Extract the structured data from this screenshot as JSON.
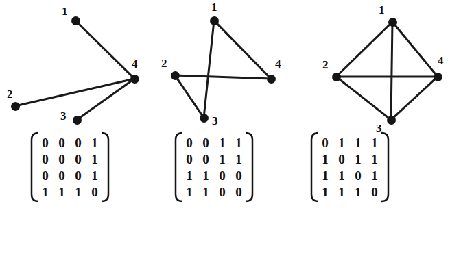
{
  "diagram": {
    "nodes": [
      {
        "text": [
          "1"
        ]
      },
      {
        "text": [
          "2"
        ]
      },
      {
        "text": [
          "3"
        ]
      },
      {
        "text": [
          "4"
        ]
      },
      {
        "text": [
          "1"
        ]
      },
      {
        "text": [
          "2"
        ]
      },
      {
        "text": [
          "3"
        ]
      },
      {
        "text": [
          "4"
        ]
      },
      {
        "text": [
          "1"
        ]
      },
      {
        "text": [
          "2"
        ]
      },
      {
        "text": [
          "3"
        ]
      },
      {
        "text": [
          "4"
        ]
      }
    ],
    "edges": [
      {
        "from": 0,
        "to": 3,
        "arrow": "none"
      },
      {
        "from": 1,
        "to": 3,
        "arrow": "none"
      },
      {
        "from": 2,
        "to": 3,
        "arrow": "none"
      },
      {
        "from": 4,
        "to": 7,
        "arrow": "none"
      },
      {
        "from": 4,
        "to": 6,
        "arrow": "none"
      },
      {
        "from": 5,
        "to": 7,
        "arrow": "none"
      },
      {
        "from": 5,
        "to": 6,
        "arrow": "none"
      },
      {
        "from": 8,
        "to": 9,
        "arrow": "none"
      },
      {
        "from": 8,
        "to": 10,
        "arrow": "none"
      },
      {
        "from": 8,
        "to": 11,
        "arrow": "none"
      },
      {
        "from": 9,
        "to": 10,
        "arrow": "none"
      },
      {
        "from": 9,
        "to": 11,
        "arrow": "none"
      },
      {
        "from": 10,
        "to": 11,
        "arrow": "none"
      }
    ],
    "labels": [
      "0",
      "0",
      "0",
      "1",
      "0",
      "0",
      "0",
      "1",
      "0",
      "0",
      "0",
      "1",
      "1",
      "1",
      "1",
      "0",
      "0",
      "0",
      "1",
      "1",
      "0",
      "0",
      "1",
      "1",
      "1",
      "1",
      "0",
      "0",
      "1",
      "1",
      "0",
      "0",
      "0",
      "1",
      "1",
      "1",
      "1",
      "0",
      "1",
      "1",
      "1",
      "1",
      "0",
      "1",
      "1",
      "1",
      "1",
      "0"
    ]
  }
}
